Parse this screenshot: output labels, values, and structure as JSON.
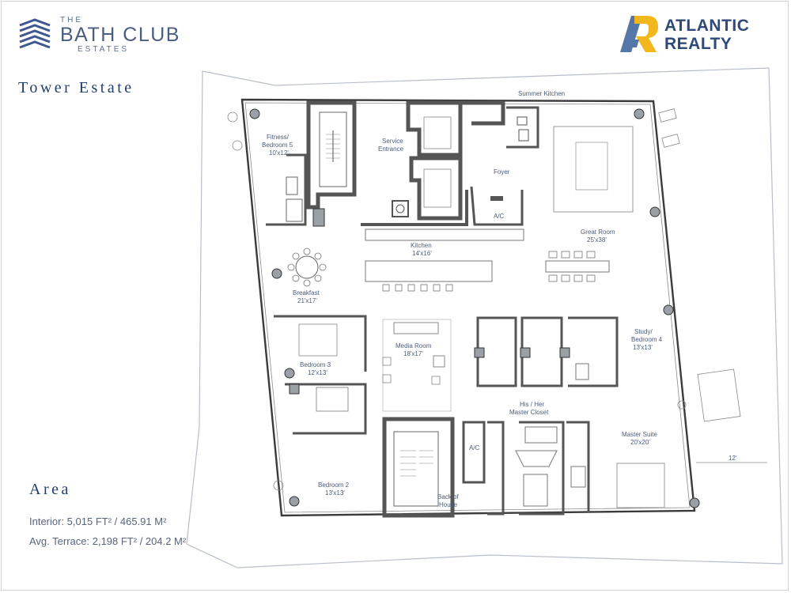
{
  "brand": {
    "line1": "THE",
    "line2": "BATH CLUB",
    "line3": "ESTATES"
  },
  "realty": {
    "line1": "ATLANTIC",
    "line2": "REALTY",
    "colors": {
      "blue": "#5577a8",
      "gold": "#f2b71c",
      "text": "#2f4a78"
    }
  },
  "title": "Tower Estate",
  "area": {
    "heading": "Area",
    "interior": "Interior: 5,015 FT² / 465.91 M²",
    "terrace": "Avg. Terrace: 2,198 FT² / 204.2 M²"
  },
  "rooms": {
    "summer_kitchen": "Summer Kitchen",
    "fitness_1": "Fitness/",
    "fitness_2": "Bedroom 5",
    "fitness_size": "10'x12'",
    "service_1": "Service",
    "service_2": "Entrance",
    "foyer": "Foyer",
    "ac_upper": "A/C",
    "great_room": "Great Room",
    "great_room_size": "25'x38'",
    "kitchen": "Kitchen",
    "kitchen_size": "14'x16'",
    "breakfast": "Breakfast",
    "breakfast_size": "21'x17'",
    "media_room": "Media Room",
    "media_room_size": "18'x17'",
    "bedroom3": "Bedroom 3",
    "bedroom3_size": "12'x13'",
    "study_1": "Study/",
    "study_2": "Bedroom 4",
    "study_size": "13'x13'",
    "closet_1": "His / Her",
    "closet_2": "Master Closet",
    "master_suite": "Master Suite",
    "master_suite_size": "20'x20'",
    "ac_lower": "A/C",
    "terrace_depth": "12'",
    "bedroom2": "Bedroom 2",
    "bedroom2_size": "13'x13'",
    "back_1": "Back of",
    "back_2": "House"
  }
}
